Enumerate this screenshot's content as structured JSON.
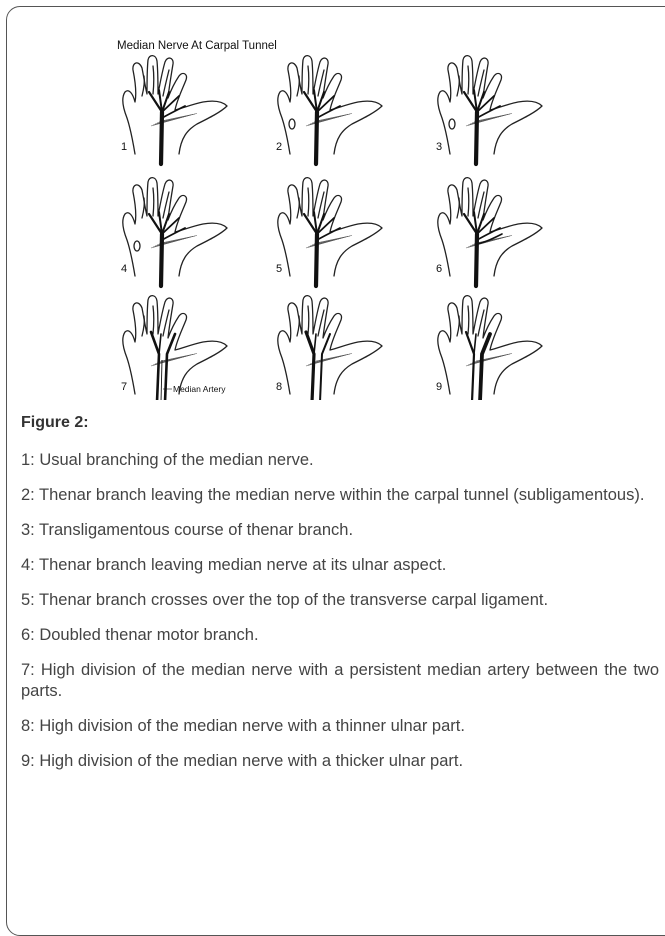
{
  "figure": {
    "image_title": "Median Nerve At Carpal Tunnel",
    "panel_numbers": [
      "1",
      "2",
      "3",
      "4",
      "5",
      "6",
      "7",
      "8",
      "9"
    ],
    "median_artery_label": "Median Artery",
    "caption_title": "Figure 2:",
    "items": [
      "1: Usual branching of the median nerve.",
      "2: Thenar branch leaving the median nerve within the carpal tunnel (subligamentous).",
      "3: Transligamentous course of thenar branch.",
      "4: Thenar branch leaving median nerve at its ulnar aspect.",
      "5: Thenar branch crosses over the top of the transverse carpal ligament.",
      "6: Doubled thenar motor branch.",
      "7: High division of the median nerve with a persistent median artery between the two parts.",
      "8: High division of the median nerve with a thinner ulnar part.",
      "9: High division of the median nerve with a thicker ulnar part."
    ]
  }
}
